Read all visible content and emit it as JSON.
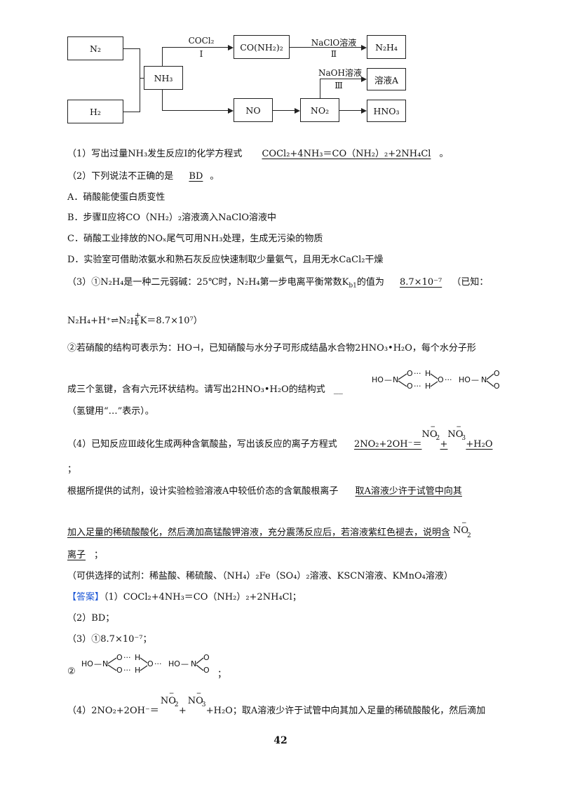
{
  "diagram": {
    "n2": "N₂",
    "h2": "H₂",
    "nh3": "NH₃",
    "urea": "CO(NH₂)₂",
    "n2h4": "N₂H₄",
    "solA": "溶液A",
    "no": "NO",
    "no2": "NO₂",
    "hno3": "HNO₃",
    "r1_reagent": "COCl₂",
    "r1_num": "Ⅰ",
    "r2_reagent": "NaClO溶液",
    "r2_num": "Ⅱ",
    "r3_reagent": "NaOH溶液",
    "r3_num": "Ⅲ"
  },
  "q1": {
    "prefix": "（1）写出过量NH₃发生反应Ⅰ的化学方程式",
    "answer": "COCl₂+4NH₃＝CO（NH₂）₂+2NH₄Cl",
    "end": "。"
  },
  "q2": {
    "prefix": "（2）下列说法不正确的是",
    "answer": "BD",
    "end": "。"
  },
  "options": [
    "A．硝酸能使蛋白质变性",
    "B．步骤Ⅱ应将CO（NH₂）₂溶液滴入NaClO溶液中",
    "C．硝酸工业排放的NOₓ尾气可用NH₃处理，生成无污染的物质",
    "D．实验室可借助浓氨水和熟石灰反应快速制取少量氨气，且用无水CaCl₂干燥"
  ],
  "q3": {
    "line1": "（3）①N₂H₄是一种二元弱碱：25℃时，N₂H₄第一步电离平衡常数K",
    "kb": "b1",
    "line1b": "的值为",
    "ans1": "8.7×10⁻⁷",
    "line1c": "（已知：",
    "known_a": "N₂H₄+H⁺⇌N₂",
    "known_h": "H",
    "known_p": "+",
    "known_5": "5",
    "known_b": "K＝8.7×10⁷）",
    "line2": "②若硝酸的结构可表示为：HO⊣，已知硝酸与水分子可形成结晶水合物2HNO₃•H₂O，每个水分子形",
    "line3": "成三个氢键，含有六元环状结构。请写出2HNO₃•H₂O的结构式",
    "blank3": "__",
    "line4": "（氢键用“…”表示）。"
  },
  "q4": {
    "line1a": "（4）已知反应Ⅲ歧化生成两种含氧酸盐，写出该反应的离子方程式",
    "ans_a": "2NO₂+2OH⁻＝",
    "ion1": "NO",
    "ion1sub": "2",
    "ion1sup": "−",
    "plus": "+",
    "ion2": "NO",
    "ion2sub": "3",
    "ion2sup": "−",
    "ans_b": "+H₂O",
    "semi": "；",
    "line2": "根据所提供的试剂，设计实验检验溶液A中较低价态的含氧酸根离子",
    "ans2a": "取A溶液少许于试管中向其",
    "ans2b": "加入足量的稀硫酸酸化，然后滴加高锰酸钾溶液，充分震荡反应后，若溶液紫红色褪去，说明含",
    "ans2c": "离子",
    "ans2d": "；",
    "line3": "（可供选择的试剂：稀盐酸、稀硫酸、（NH₄）₂Fe（SO₄）₂溶液、KSCN溶液、KMnO₄溶液）"
  },
  "answer": {
    "tag": "【答案】",
    "a1": "（1）COCl₂+4NH₃＝CO（NH₂）₂+2NH₄Cl；",
    "a2": "（2）BD；",
    "a3": "（3）①8.7×10⁻⁷；",
    "a3b": "②",
    "a3b_end": "；",
    "a4a": "（4）2NO₂+2OH⁻＝",
    "a4b": "+H₂O；取A溶液少许于试管中向其加入足量的稀硫酸酸化，然后滴加"
  },
  "structure": {
    "ho1": "HO",
    "n1": "N",
    "o": "O",
    "h": "H",
    "ho2": "HO",
    "n2": "N"
  },
  "page_number": "42",
  "colors": {
    "answer_tag": "#1a56d6",
    "ink": "#111111"
  }
}
